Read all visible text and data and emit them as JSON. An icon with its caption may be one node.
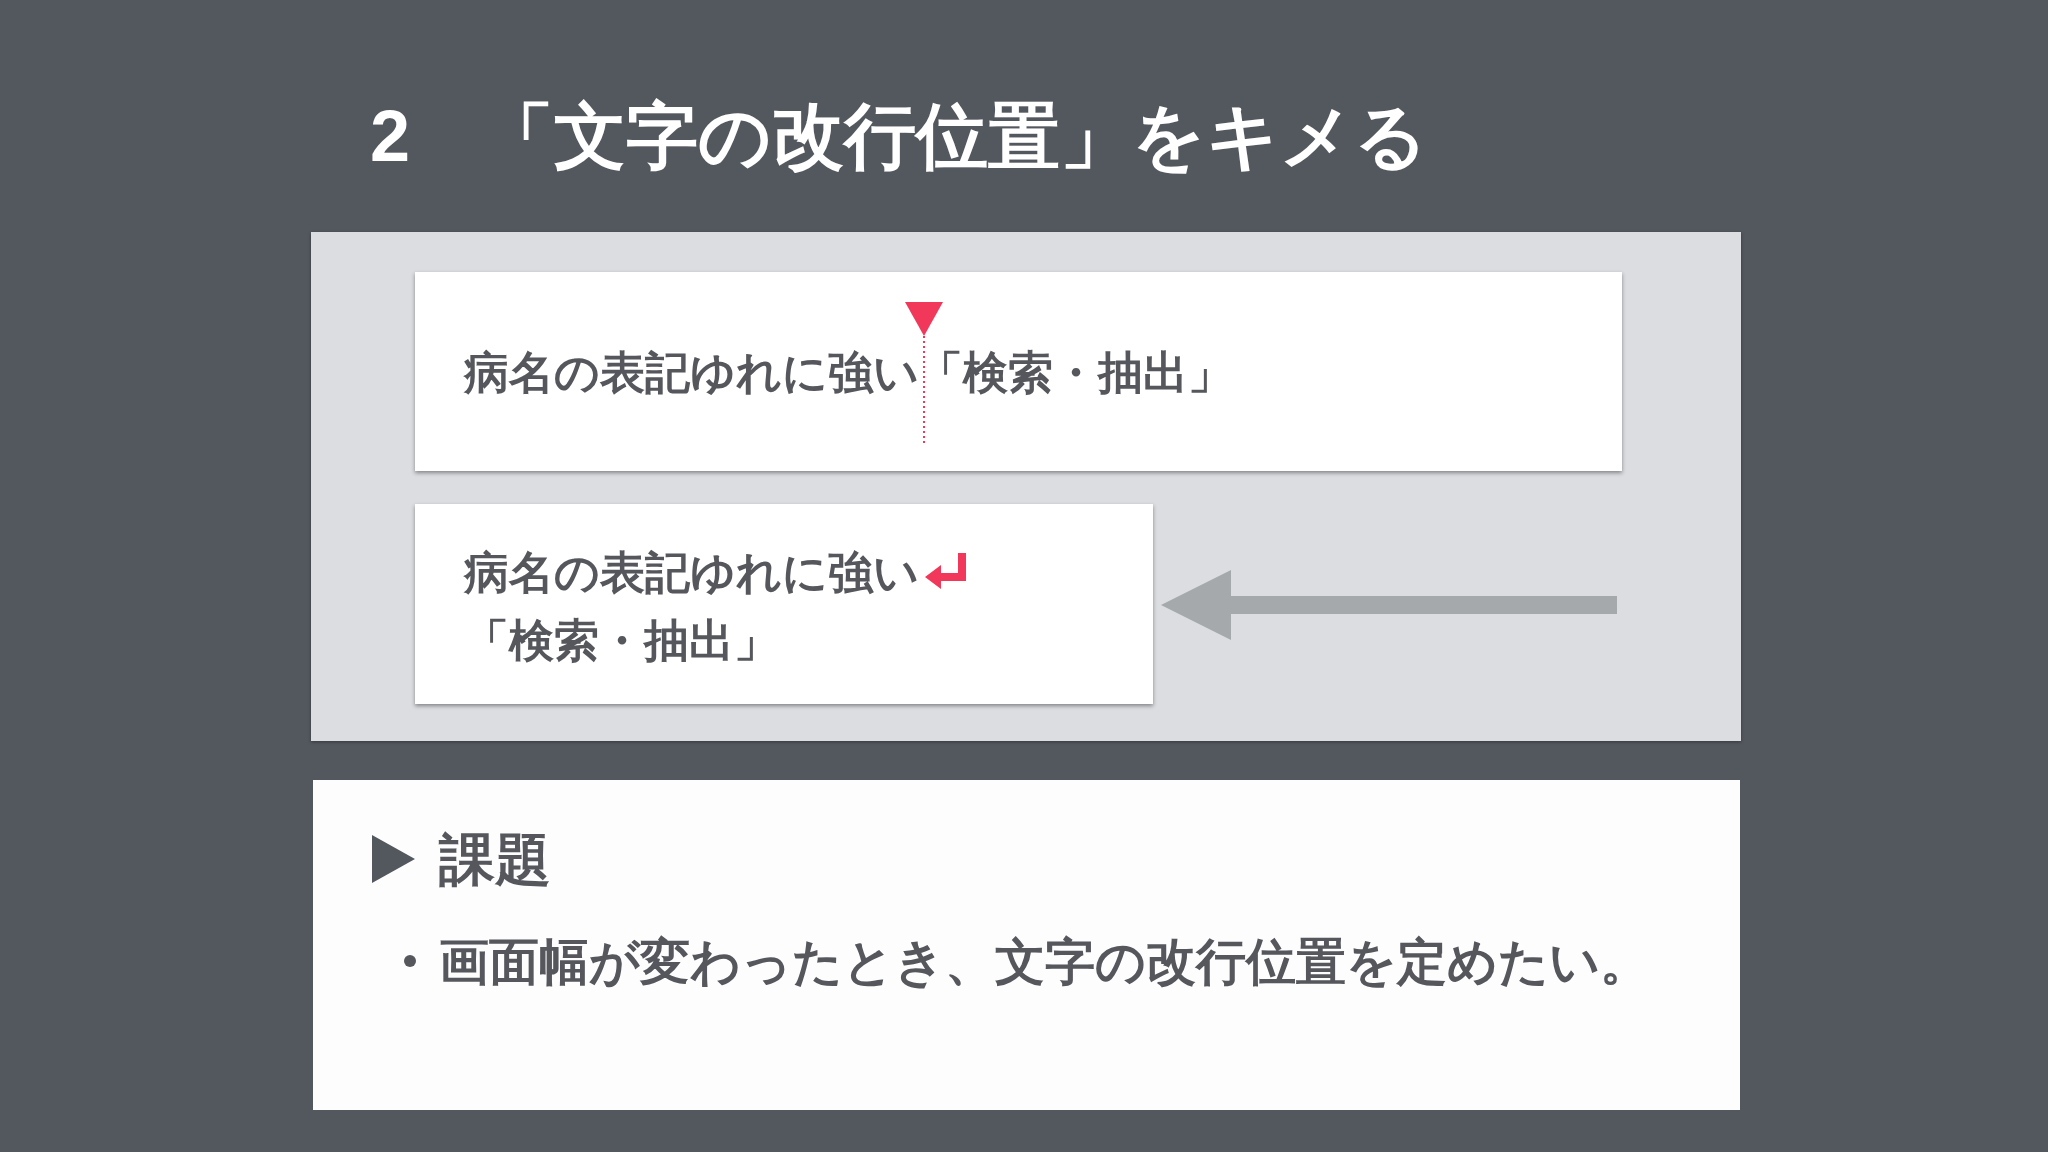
{
  "diagram": {
    "title": "2　「文字の改行位置」をキメる",
    "nodes": [
      {
        "text": [],
        "shape": "box"
      },
      {
        "text": [
          "病名の表記ゆれに強い",
          "「検索・抽出」"
        ],
        "in": 0
      },
      {
        "text": [
          "病名の表記ゆれに強い",
          "「検索・抽出」"
        ],
        "in": 0
      },
      {
        "text": [
          "課題",
          "画面幅が変わったとき、文字の改行位置を定めたい。"
        ]
      }
    ],
    "edges": [
      {
        "from": null,
        "to": 2,
        "arrow": "to"
      }
    ]
  }
}
